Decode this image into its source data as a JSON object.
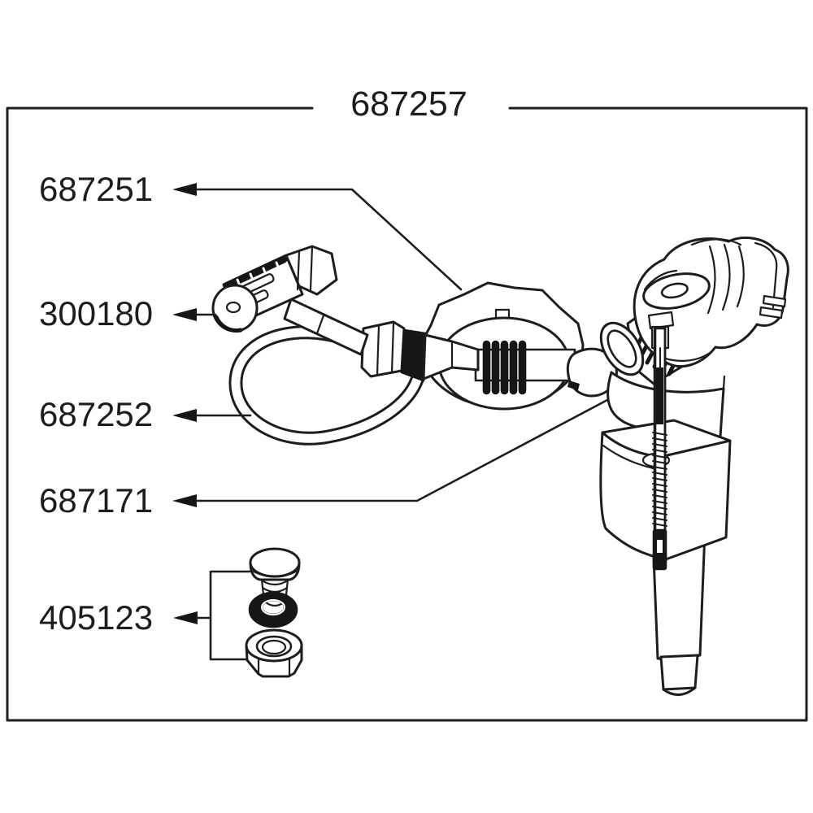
{
  "diagram": {
    "title": "687257",
    "parts": [
      {
        "label": "687251"
      },
      {
        "label": "300180"
      },
      {
        "label": "687252"
      },
      {
        "label": "687171"
      },
      {
        "label": "405123"
      }
    ],
    "colors": {
      "line": "#1d1d1d",
      "fill_black": "#161616",
      "background": "#ffffff"
    }
  }
}
